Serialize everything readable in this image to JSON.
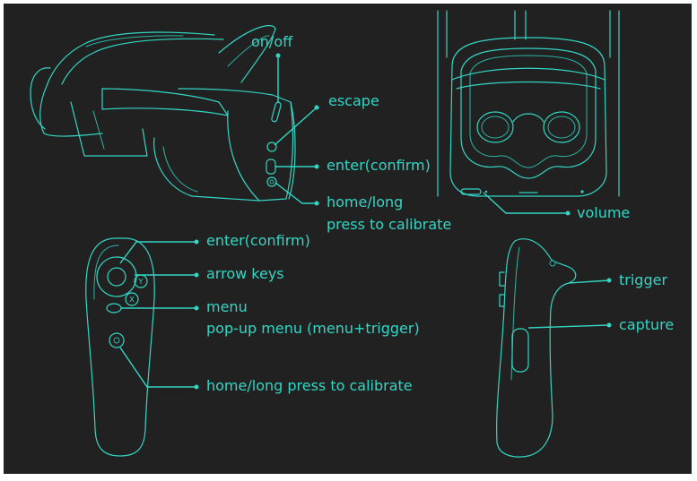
{
  "accent_color": "#33d6c4",
  "background_color": "#212121",
  "labels": {
    "on_off": "on/off",
    "escape": "escape",
    "enter_confirm_headset": "enter(confirm)",
    "home_long_headset_1": "home/long",
    "home_long_headset_2": "press to calibrate",
    "volume": "volume",
    "enter_confirm_controller": "enter(confirm)",
    "arrow_keys": "arrow keys",
    "menu": "menu",
    "popup_menu": "pop-up menu (menu+trigger)",
    "home_long_controller": "home/long press to calibrate",
    "trigger": "trigger",
    "capture": "capture"
  },
  "controller_buttons": {
    "y": "Y",
    "x": "X"
  }
}
